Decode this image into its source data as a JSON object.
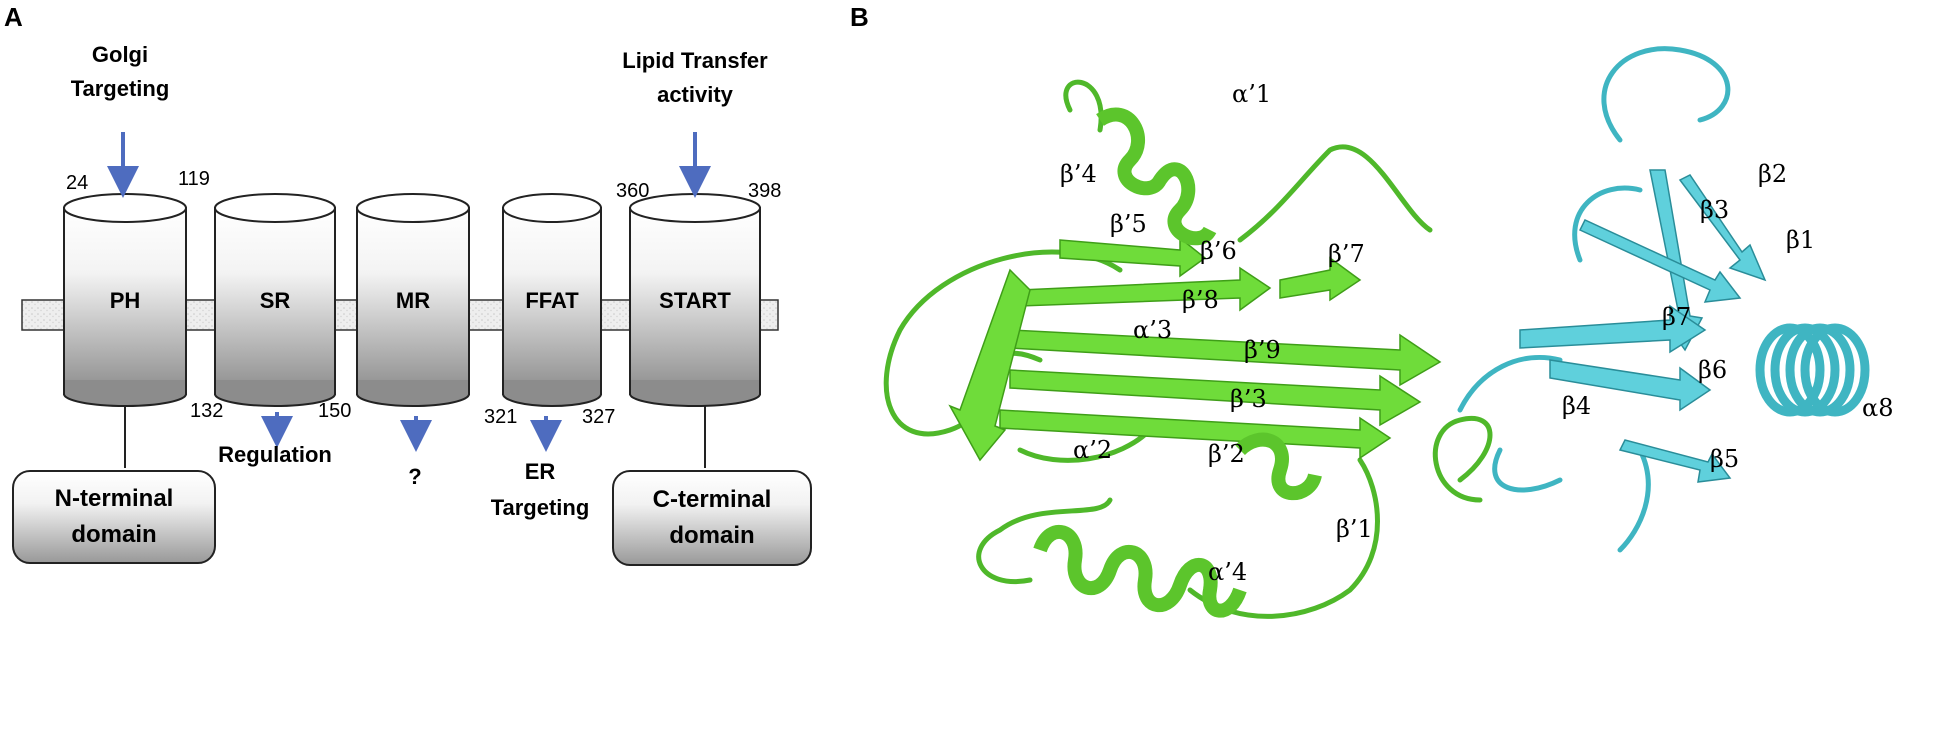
{
  "panels": {
    "a": "A",
    "b": "B"
  },
  "panel_a": {
    "top_labels": {
      "golgi": "Golgi\nTargeting",
      "lipid": "Lipid Transfer\nactivity"
    },
    "domains": [
      {
        "name": "PH"
      },
      {
        "name": "SR"
      },
      {
        "name": "MR"
      },
      {
        "name": "FFAT"
      },
      {
        "name": "START"
      }
    ],
    "numbers": {
      "ph_start": "24",
      "ph_end": "119",
      "sr_start": "132",
      "sr_end": "150",
      "ffat_start": "321",
      "ffat_end": "327",
      "start_start": "360",
      "start_end": "398"
    },
    "bottom_labels": {
      "regulation": "Regulation",
      "unknown": "?",
      "er": "ER\nTargeting"
    },
    "terminal_boxes": {
      "n": "N-terminal\ndomain",
      "c": "C-terminal\ndomain"
    },
    "colors": {
      "arrow": "#4e6cbf",
      "membrane": "#e6e6e6"
    }
  },
  "panel_b": {
    "green_labels": [
      "α’1",
      "β’4",
      "β’5",
      "β’6",
      "β’7",
      "β’8",
      "α’3",
      "β’9",
      "β’3",
      "α’2",
      "β’2",
      "β’1",
      "α’4"
    ],
    "cyan_labels": [
      "β2",
      "β3",
      "β1",
      "β7",
      "β6",
      "β4",
      "α8",
      "β5"
    ],
    "colors": {
      "green": "#6fdc3a",
      "green_dark": "#3f9e18",
      "cyan": "#5fd0dc",
      "cyan_dark": "#2a8d99"
    }
  }
}
